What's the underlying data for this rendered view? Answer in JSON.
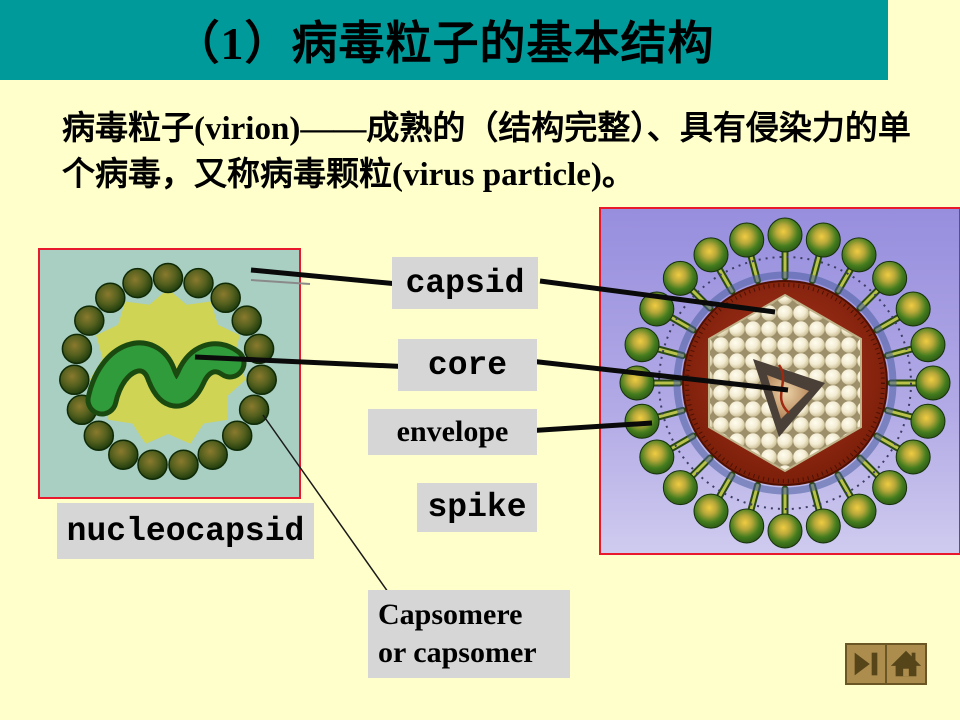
{
  "slide": {
    "title": "（1）病毒粒子的基本结构",
    "intro": "病毒粒子(virion)——成熟的（结构完整）、具有侵染力的单个病毒，又称病毒颗粒(virus particle)。"
  },
  "diagram": {
    "labels": {
      "capsid": "capsid",
      "core": "core",
      "envelope": "envelope",
      "spike": "spike",
      "nucleocapsid": "nucleocapsid",
      "capsomere_line1": "Capsomere",
      "capsomere_line2": "or capsomer"
    },
    "figures": {
      "left": "nucleocapsid-figure",
      "right": "enveloped-virus-figure"
    }
  },
  "nav": {
    "next_icon": "next-slide-icon",
    "home_icon": "home-icon"
  },
  "colors": {
    "banner": "#009A9A",
    "background": "#FFFFCB",
    "label_bg": "#D6D6D6",
    "figure_border": "#E8192C",
    "nav_button_bg": "#AC8D4D",
    "nav_icon": "#57451A"
  }
}
